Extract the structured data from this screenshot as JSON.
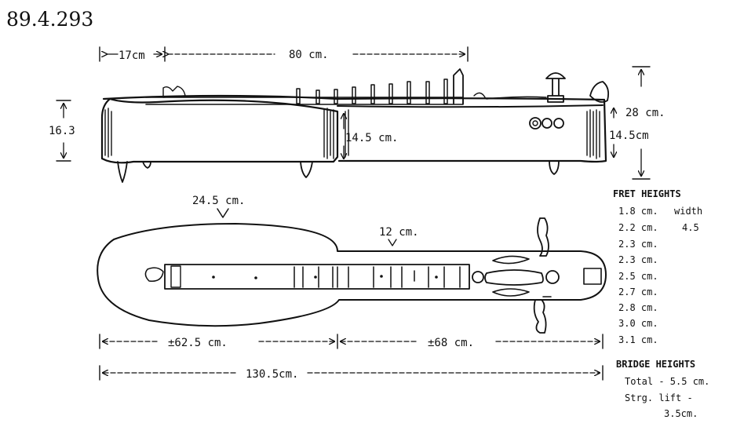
{
  "catalog_number": "89.4.293",
  "side_view": {
    "dim_head": "17cm",
    "dim_body": "80 cm.",
    "dim_left_height": "16.3",
    "dim_mid_height": "14.5 cm.",
    "dim_total_height": "28 cm.",
    "dim_right_height": "14.5cm"
  },
  "top_view": {
    "dim_bowl_width": "24.5 cm.",
    "dim_neck_width": "12 cm.",
    "dim_bowl_length": "±62.5 cm.",
    "dim_neck_length": "±68 cm.",
    "dim_total_length": "130.5cm."
  },
  "fret_heights": {
    "title": "FRET HEIGHTS",
    "values": [
      "1.8 cm.",
      "2.2 cm.",
      "2.3 cm.",
      "2.3 cm.",
      "2.5 cm.",
      "2.7 cm.",
      "2.8 cm.",
      "3.0 cm.",
      "3.1 cm."
    ],
    "width_label": "width",
    "width_value": "4.5"
  },
  "bridge_heights": {
    "title": "BRIDGE HEIGHTS",
    "total": "Total - 5.5 cm.",
    "string_lift": "Strg. lift -",
    "string_lift_value": "3.5cm."
  }
}
